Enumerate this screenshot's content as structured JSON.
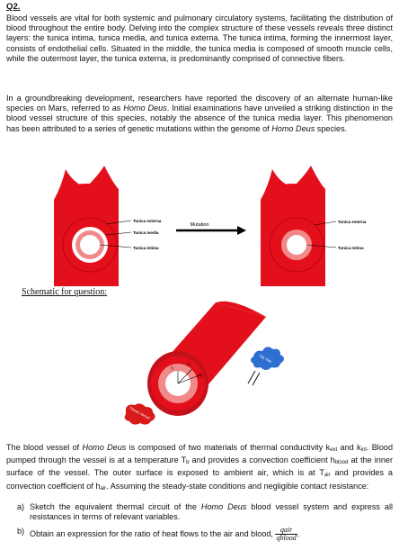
{
  "question": {
    "title": "Q2.",
    "p1": "Blood vessels are vital for both systemic and pulmonary circulatory systems, facilitating the distribution of blood throughout the entire body. Delving into the complex structure of these vessels reveals three distinct layers: the tunica intima, tunica media, and tunica externa. The tunica intima, forming the innermost layer, consists of endothelial cells. Situated in the middle, the tunica media is composed of smooth muscle cells, while the outermost layer, the tunica externa, is predominantly comprised of connective fibers.",
    "p2_a": "In a groundbreaking development, researchers have reported the discovery of an alternate human-like species on Mars, referred to as ",
    "p2_b": "Homo Deus",
    "p2_c": ". Initial examinations have unveiled a striking distinction in the blood vessel structure of this species, notably the absence of the tunica media layer. This phenomenon has been attributed to a series of genetic mutations within the genome of ",
    "p2_d": "Homo Deus",
    "p2_e": " species."
  },
  "diagram": {
    "label_externa_left": "Tunica externa",
    "label_media": "Tunica media",
    "label_intima_left": "Tunica intima",
    "arrow_label": "Mutation",
    "label_externa_right": "Tunica externa",
    "label_intima_right": "Tunica intima"
  },
  "schematic": {
    "title": "Schematic for question:",
    "r1": "r",
    "r1_sub": "1",
    "r2": "r",
    "r2_sub": "2",
    "r3": "r",
    "r3_sub": "3",
    "air_label": "Tair, hair",
    "blood_label": "Tblood, hblood"
  },
  "body2": {
    "s1": "The blood vessel of ",
    "s2": "Homo Deus",
    "s3": " is composed of two materials of thermal conductivity k",
    "s4": "ext",
    "s5": " and k",
    "s6": "int",
    "s7": ". Blood pumped through the vessel is at a temperature T",
    "s8": "b",
    "s9": " and provides a convection coefficient h",
    "s10": "blood",
    "s11": " at the inner surface of the vessel. The outer surface is exposed to ambient air, which is at T",
    "s12": "air",
    "s13": " and provides a convection coefficient of h",
    "s14": "air",
    "s15": ". Assuming the steady-state conditions and negligible contact resistance:"
  },
  "items": {
    "a_label": "a)",
    "a_1": "Sketch the equivalent thermal circuit of the ",
    "a_2": "Homo Deus",
    "a_3": " blood vessel system and express all resistances in terms of relevant variables.",
    "b_label": "b)",
    "b_1": "Obtain an expression for the ratio of heat flows to the air and blood, ",
    "frac_num": "qair",
    "frac_den": "qblood",
    "b_end": "."
  },
  "colors": {
    "vessel_red": "#e3101c",
    "intima_pink": "#f08a8a",
    "air_blue": "#2f6fd0",
    "blood_red": "#d81a1a"
  }
}
